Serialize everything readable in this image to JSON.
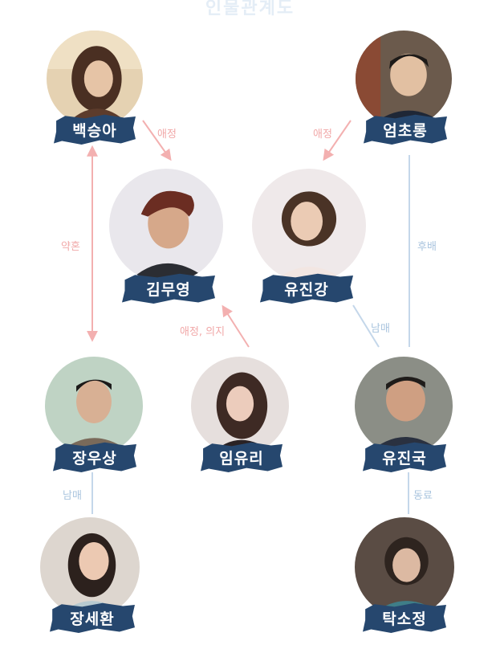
{
  "title": "인물관계도",
  "colors": {
    "pink": "#f3b0b0",
    "blue": "#c4d7ea",
    "nameplate": "#26476e"
  },
  "people": {
    "baek": {
      "name": "백승아"
    },
    "eom": {
      "name": "엄초롱"
    },
    "kim": {
      "name": "김무영"
    },
    "yoo_jinkang": {
      "name": "유진강"
    },
    "jang_woosang": {
      "name": "장우상"
    },
    "im_yuri": {
      "name": "임유리"
    },
    "yoo_jinguk": {
      "name": "유진국"
    },
    "jang_sewan": {
      "name": "장세환"
    },
    "tak_sojung": {
      "name": "탁소정"
    }
  },
  "relations": {
    "baek_to_kim": "애정",
    "eom_to_yoo_jinkang": "애정",
    "baek_jang_woosang": "약혼",
    "eom_yoo_jinguk": "후배",
    "im_yuri_to_kim": "애정, 의지",
    "yoo_jinkang_yoo_jinguk": "남매",
    "jang_woosang_jang_sewan": "남매",
    "yoo_jinguk_tak_sojung": "동료"
  }
}
